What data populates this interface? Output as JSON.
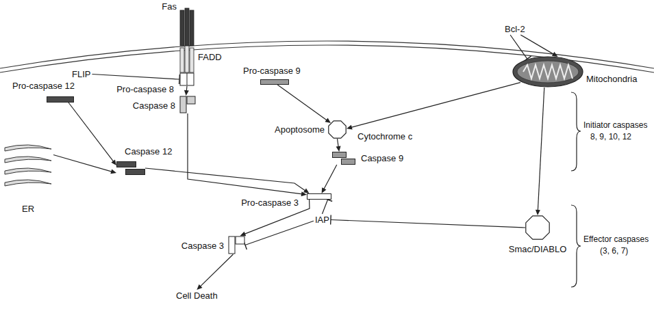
{
  "diagram": {
    "nodes": [
      {
        "text": [
          "Fas"
        ]
      },
      {
        "text": [
          "FADD"
        ]
      },
      {
        "text": [
          "FLIP"
        ]
      },
      {
        "text": [
          "Pro-caspase 8"
        ]
      },
      {
        "text": [
          "Bcl-2"
        ]
      },
      {
        "text": [
          "Mitochondria"
        ]
      },
      {
        "text": [
          "Pro-caspase 9"
        ]
      },
      {
        "text": [
          "Caspase 8"
        ]
      },
      {
        "text": [
          "Pro-caspase 12"
        ]
      },
      {
        "text": [
          "Apoptosome"
        ]
      },
      {
        "text": [
          "Caspase 12"
        ]
      },
      {
        "text": [
          "Caspase 9"
        ]
      },
      {
        "text": [
          "ER"
        ]
      },
      {
        "text": [
          "Pro-caspase 3"
        ]
      },
      {
        "text": [
          "IAP"
        ]
      },
      {
        "text": [
          "Smac/DIABLO"
        ]
      },
      {
        "text": [
          "Caspase 3"
        ]
      },
      {
        "text": [
          "Cell Death"
        ]
      }
    ],
    "edges": [
      {
        "from": 2,
        "to": 3,
        "arrow": "to"
      },
      {
        "from": 3,
        "to": 7,
        "arrow": "to"
      },
      {
        "from": 7,
        "to": 13,
        "arrow": "to"
      },
      {
        "from": 6,
        "to": 9,
        "arrow": "to"
      },
      {
        "from": 5,
        "to": 9,
        "arrow": "to",
        "label": "Cytochrome c"
      },
      {
        "from": 9,
        "to": 11,
        "arrow": "to"
      },
      {
        "from": 11,
        "to": 13,
        "arrow": "to"
      },
      {
        "from": 4,
        "to": 5,
        "arrow": "to"
      },
      {
        "from": 4,
        "to": 5,
        "arrow": "to"
      },
      {
        "from": 8,
        "to": 10,
        "arrow": "to"
      },
      {
        "from": 12,
        "to": 10,
        "arrow": "to"
      },
      {
        "from": 10,
        "to": 13,
        "arrow": "to"
      },
      {
        "from": 13,
        "to": 16,
        "arrow": "to"
      },
      {
        "from": 16,
        "to": 17,
        "arrow": "to"
      },
      {
        "from": 14,
        "to": 13,
        "arrow": "to"
      },
      {
        "from": 14,
        "to": 16,
        "arrow": "to"
      },
      {
        "from": 15,
        "to": 14,
        "arrow": "to"
      },
      {
        "from": 5,
        "to": 15,
        "arrow": "to"
      }
    ],
    "labels": [
      "Initiator caspases",
      "8, 9, 10, 12",
      "Effector caspases",
      "(3, 6, 7)"
    ]
  }
}
